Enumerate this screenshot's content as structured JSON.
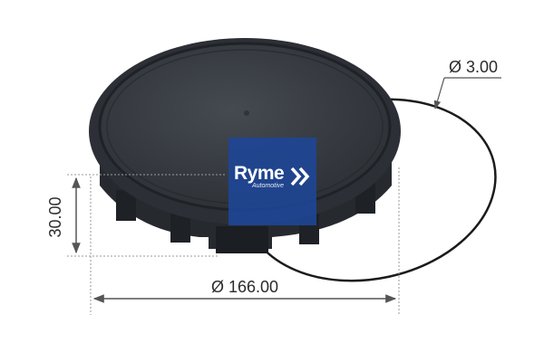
{
  "dimensions": {
    "oring_diameter": "Ø 3.00",
    "height": "30.00",
    "outer_diameter": "Ø 166.00"
  },
  "logo": {
    "name": "Ryme",
    "tagline": "Automotive",
    "brand_color": "#1e4696"
  },
  "colors": {
    "part_body": "#2c3036",
    "part_face": "#3a3f45",
    "dimension_line": "#777777",
    "text": "#2b2b2b"
  },
  "icons": [
    "chevron-right-icon"
  ]
}
